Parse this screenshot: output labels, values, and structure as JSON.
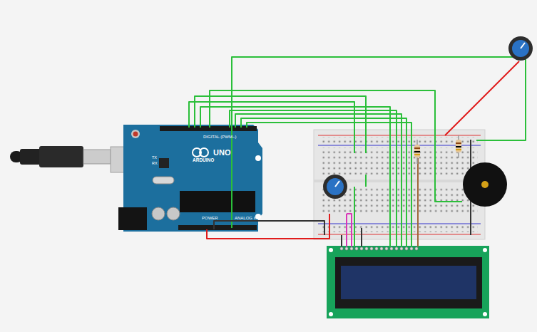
{
  "diagram": {
    "nodes": [
      {
        "text": [
          "UNO",
          "ARDUINO",
          "DIGITAL (PWM~)",
          "TX",
          "RX",
          "POWER",
          "ANALOG IN"
        ]
      }
    ]
  }
}
